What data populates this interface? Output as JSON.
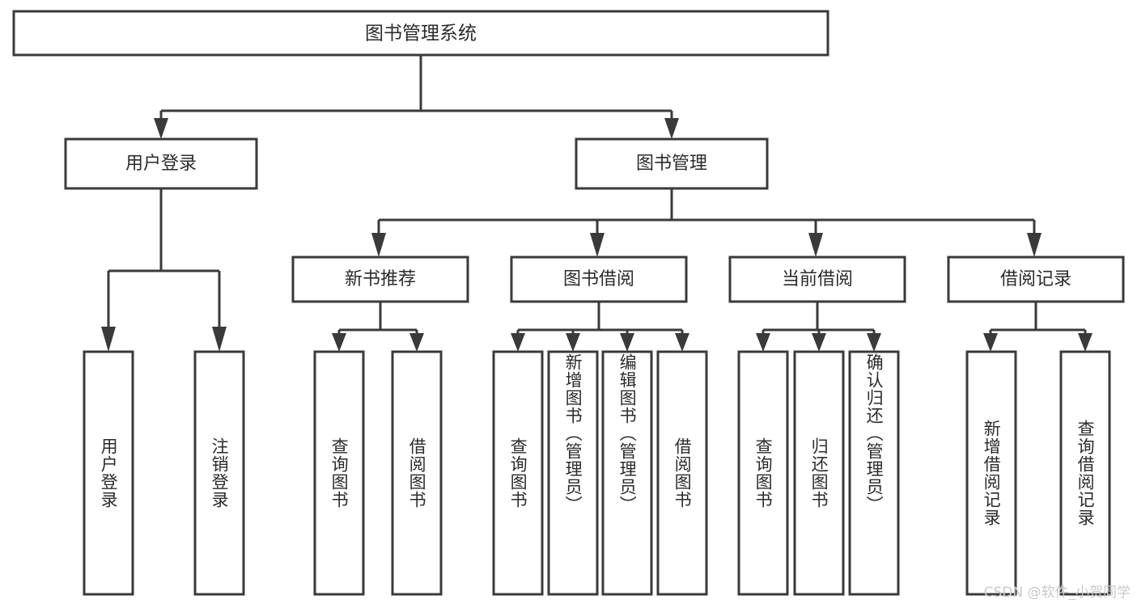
{
  "diagram": {
    "type": "tree-hierarchy",
    "title": "图书管理系统",
    "orientation": "top-down",
    "watermark": "CSDN @软件_小贺同学",
    "colors": {
      "background": "#ffffff",
      "box_fill": "#ffffff",
      "box_stroke": "#3a3a3a",
      "text": "#2b2b2b",
      "watermark": "#c9c9c9"
    },
    "root": {
      "id": "root",
      "label": "图书管理系统"
    },
    "level2": [
      {
        "id": "user-login",
        "label": "用户登录"
      },
      {
        "id": "book-manage",
        "label": "图书管理"
      }
    ],
    "level3": [
      {
        "id": "new-book-recommend",
        "label": "新书推荐",
        "parent": "book-manage"
      },
      {
        "id": "book-borrow",
        "label": "图书借阅",
        "parent": "book-manage"
      },
      {
        "id": "current-borrow",
        "label": "当前借阅",
        "parent": "book-manage"
      },
      {
        "id": "borrow-record",
        "label": "借阅记录",
        "parent": "book-manage"
      }
    ],
    "leaves": {
      "user-login": [
        {
          "id": "leaf-user-login",
          "label": "用户登录"
        },
        {
          "id": "leaf-user-logout",
          "label": "注销登录"
        }
      ],
      "new-book-recommend": [
        {
          "id": "leaf-query-book-1",
          "label": "查询图书"
        },
        {
          "id": "leaf-borrow-book-1",
          "label": "借阅图书"
        }
      ],
      "book-borrow": [
        {
          "id": "leaf-query-book-2",
          "label": "查询图书"
        },
        {
          "id": "leaf-add-book",
          "label": "新增图书（管理员）"
        },
        {
          "id": "leaf-edit-book",
          "label": "编辑图书（管理员）"
        },
        {
          "id": "leaf-borrow-book-2",
          "label": "借阅图书"
        }
      ],
      "current-borrow": [
        {
          "id": "leaf-query-book-3",
          "label": "查询图书"
        },
        {
          "id": "leaf-return-book",
          "label": "归还图书"
        },
        {
          "id": "leaf-confirm-return",
          "label": "确认归还（管理员）"
        }
      ],
      "borrow-record": [
        {
          "id": "leaf-add-record",
          "label": "新增借阅记录"
        },
        {
          "id": "leaf-query-record",
          "label": "查询借阅记录"
        }
      ]
    }
  }
}
